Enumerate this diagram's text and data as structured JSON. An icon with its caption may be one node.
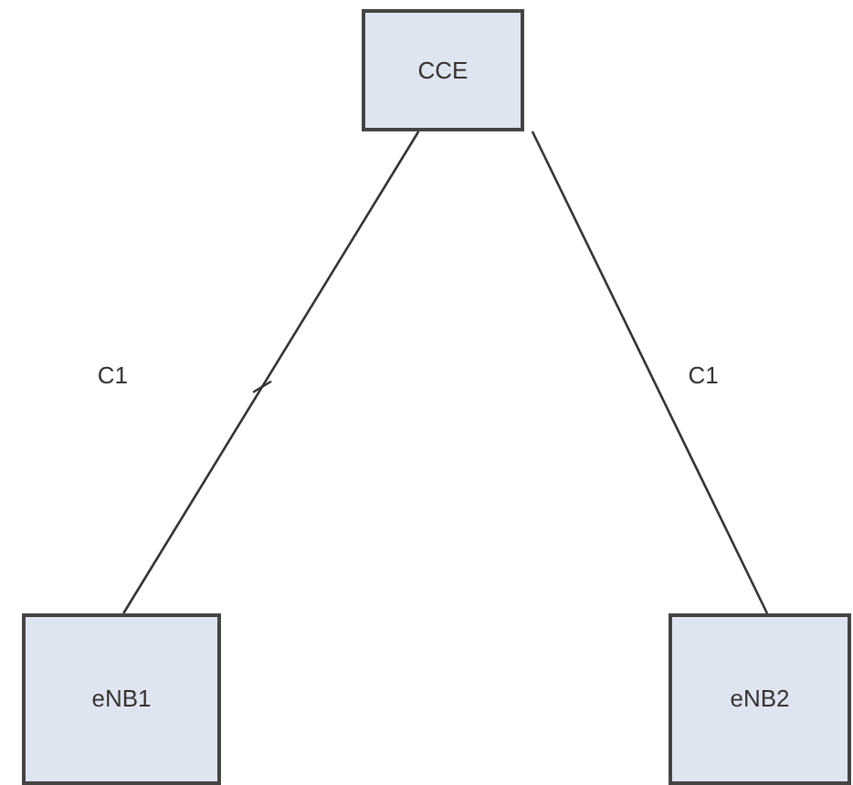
{
  "diagram": {
    "nodes": [
      {
        "text": [
          "CCE"
        ]
      },
      {
        "text": [
          "eNB1"
        ]
      },
      {
        "text": [
          "eNB2"
        ]
      }
    ],
    "edges": [
      {
        "from": 0,
        "to": 1,
        "arrow": "none",
        "label": "C1"
      },
      {
        "from": 0,
        "to": 2,
        "arrow": "none",
        "label": "C1"
      }
    ]
  }
}
